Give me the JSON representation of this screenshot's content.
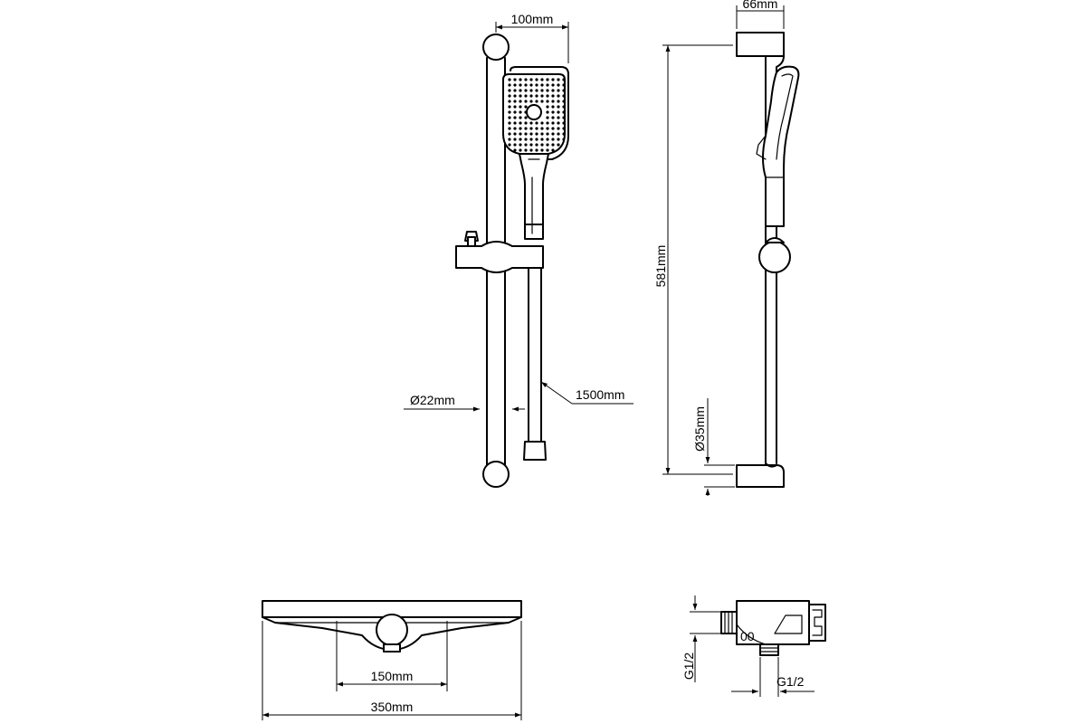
{
  "dimensions": {
    "handset_width": "100mm",
    "depth": "66mm",
    "rail_length": "581mm",
    "rail_diameter": "Ø22mm",
    "hose_length": "1500mm",
    "bracket_diameter": "Ø35mm",
    "handset_distance": "150mm",
    "overall_width": "350mm",
    "thread_side": "G1/2",
    "thread_bottom": "G1/2"
  }
}
